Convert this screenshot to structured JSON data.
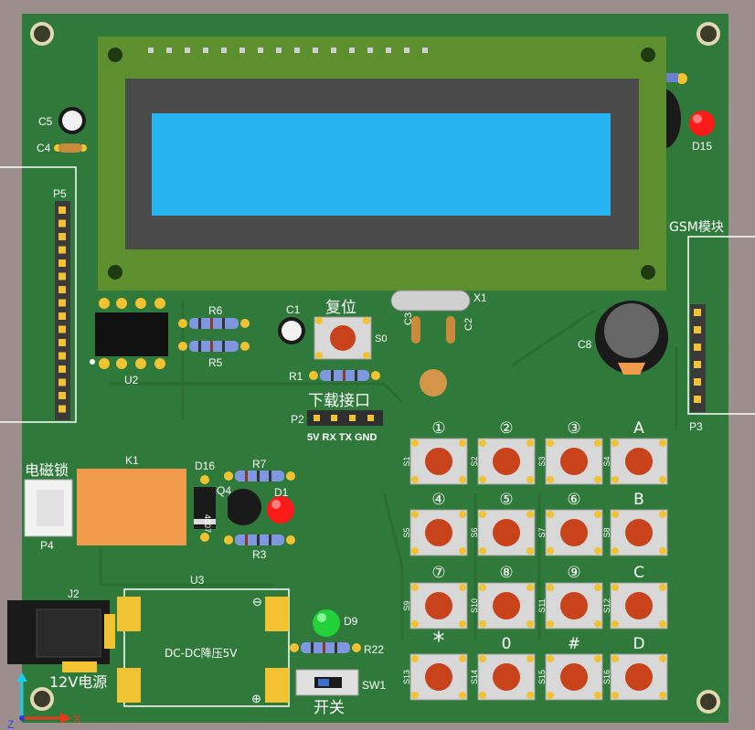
{
  "board": {
    "colors": {
      "pcb": "#2f7a3a",
      "background": "#9b8e8c",
      "lcd_screen": "#27b4f0",
      "lcd_frame": "#4a4a4a",
      "lcd_pcb": "#5d8f2e",
      "relay": "#f09a4a",
      "button_cap": "#c8431c",
      "pad_gold": "#f1c232",
      "led_red": "#ff1a1a",
      "led_green": "#23d13a"
    }
  },
  "labels": {
    "c5": "C5",
    "c4": "C4",
    "p5": "P5",
    "u2": "U2",
    "r6": "R6",
    "r5": "R5",
    "c1": "C1",
    "reset": "复位",
    "s0": "S0",
    "r1": "R1",
    "x1": "X1",
    "c3": "C3",
    "c2": "C2",
    "c8": "C8",
    "gsm": "GSM模块",
    "p3": "P3",
    "d15": "D15",
    "r3_top": "R3",
    "download": "下载接口",
    "p2": "P2",
    "p2_pins": "5V RX TX GND",
    "lock": "电磁锁",
    "p4": "P4",
    "k1": "K1",
    "d16": "D16",
    "r7": "R7",
    "q4": "Q4",
    "d1": "D1",
    "r3": "R3",
    "diode_text": "4007",
    "j2": "J2",
    "u3": "U3",
    "dcdc": "DC-DC降压5V",
    "d9": "D9",
    "r22": "R22",
    "sw1": "SW1",
    "power": "12V电源",
    "switch": "开关",
    "minus": "⊖",
    "plus": "⊕",
    "axis_z": "Z",
    "axis_x": "X"
  },
  "keypad": {
    "keys": [
      {
        "label": "①",
        "ref": "S1"
      },
      {
        "label": "②",
        "ref": "S2"
      },
      {
        "label": "③",
        "ref": "S3"
      },
      {
        "label": "A",
        "ref": "S4"
      },
      {
        "label": "④",
        "ref": "S5"
      },
      {
        "label": "⑤",
        "ref": "S6"
      },
      {
        "label": "⑥",
        "ref": "S7"
      },
      {
        "label": "B",
        "ref": "S8"
      },
      {
        "label": "⑦",
        "ref": "S9"
      },
      {
        "label": "⑧",
        "ref": "S10"
      },
      {
        "label": "⑨",
        "ref": "S11"
      },
      {
        "label": "C",
        "ref": "S12"
      },
      {
        "label": "*",
        "ref": "S13"
      },
      {
        "label": "0",
        "ref": "S14"
      },
      {
        "label": "#",
        "ref": "S15"
      },
      {
        "label": "D",
        "ref": "S16"
      }
    ]
  }
}
